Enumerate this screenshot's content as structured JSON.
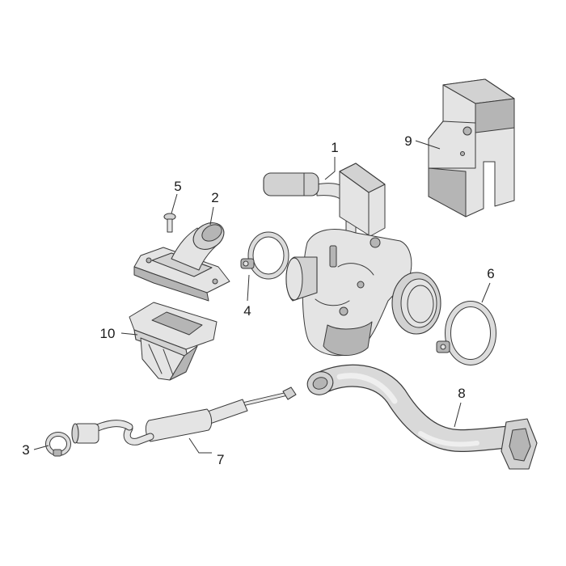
{
  "callouts": [
    {
      "id": "callout-1",
      "label": "1"
    },
    {
      "id": "callout-2",
      "label": "2"
    },
    {
      "id": "callout-3",
      "label": "3"
    },
    {
      "id": "callout-4",
      "label": "4"
    },
    {
      "id": "callout-5",
      "label": "5"
    },
    {
      "id": "callout-6",
      "label": "6"
    },
    {
      "id": "callout-7",
      "label": "7"
    },
    {
      "id": "callout-8",
      "label": "8"
    },
    {
      "id": "callout-9",
      "label": "9"
    },
    {
      "id": "callout-10",
      "label": "10"
    }
  ],
  "colors": {
    "background": "#ffffff",
    "part_fill": "#d2d2d2",
    "outline": "#3a3a3a"
  }
}
